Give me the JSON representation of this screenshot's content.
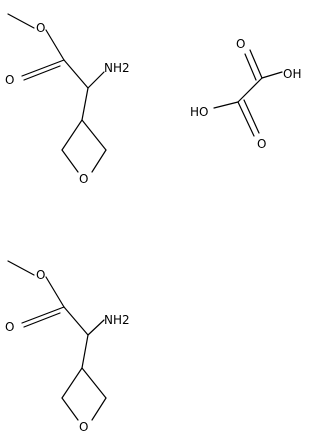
{
  "molecules": [
    {
      "id": "amino-ester-1",
      "labels": {
        "ester_o": "O",
        "carbonyl_o": "O",
        "amine": "NH2",
        "ring_o": "O"
      }
    },
    {
      "id": "oxalic-acid",
      "labels": {
        "hydroxyl_right": "OH",
        "carbonyl_top": "O",
        "hydroxyl_left": "HO",
        "carbonyl_bottom": "O"
      }
    },
    {
      "id": "amino-ester-2",
      "labels": {
        "ester_o": "O",
        "carbonyl_o": "O",
        "amine": "NH2",
        "ring_o": "O"
      }
    }
  ]
}
